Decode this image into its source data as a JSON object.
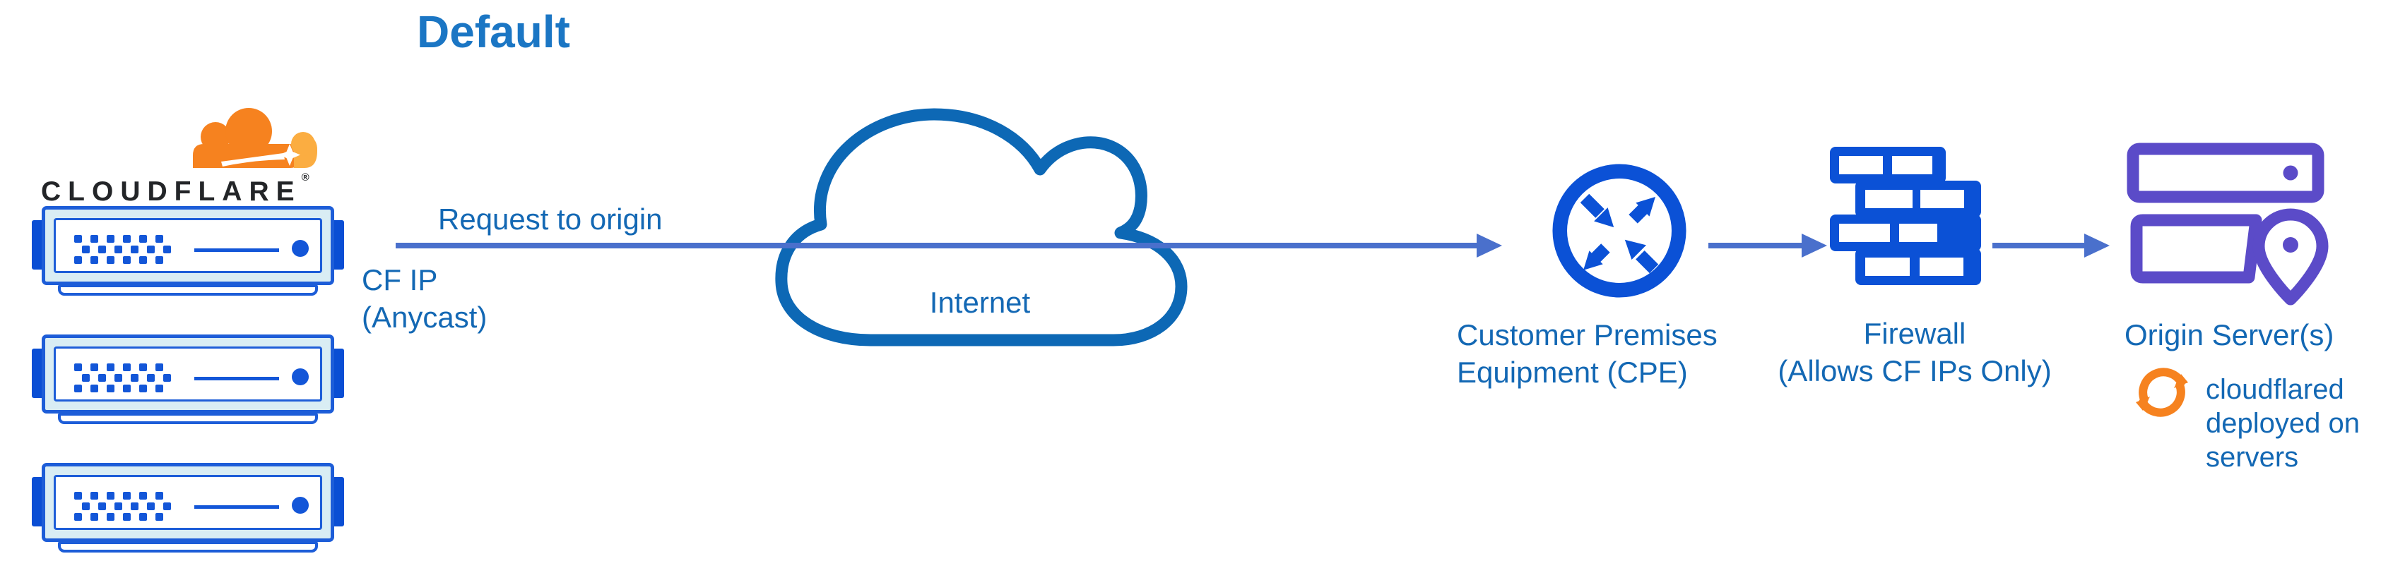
{
  "title": "Default",
  "brand": {
    "wordmark": "CLOUDFLARE",
    "registered_mark": "®",
    "cloud_color": "#f6821f",
    "cloud_color_light": "#fbad41",
    "wordmark_color": "#232528"
  },
  "edge_servers": {
    "count": 3
  },
  "flow": {
    "request_label": "Request to origin",
    "source_label_lines": [
      "CF IP",
      "(Anycast)"
    ],
    "internet_label": "Internet",
    "cpe_label_lines": [
      "Customer Premises",
      "Equipment (CPE)"
    ],
    "firewall_label_lines": [
      "Firewall",
      "(Allows CF IPs Only)"
    ],
    "origin_label": "Origin Server(s)",
    "cloudflared_label_lines": [
      "cloudflared",
      "deployed on",
      "servers"
    ]
  },
  "icons": {
    "cloudflare-cloud-icon": "orange cloud with white flare and sparkle",
    "edge-server-icon": "blue rack server with vent dots and LED",
    "internet-cloud-icon": "blue outlined cloud",
    "cpe-router-icon": "circle with four diagonal arrows",
    "firewall-brick-wall-icon": "blue brick wall",
    "origin-servers-icon": "purple server racks with location pin",
    "cloudflared-sync-icon": "orange circular sync arrows",
    "arrowhead-icon": "solid triangle arrowhead"
  },
  "colors": {
    "title_blue": "#1b76c4",
    "label_blue": "#1368b4",
    "icon_blue": "#0b51d6",
    "cloud_outline_blue": "#0d68b5",
    "arrow_blue": "#4a70cc",
    "origin_purple": "#5b4bc8",
    "sync_orange": "#f6821f",
    "server_fill": "#d9edf4",
    "server_border": "#1d5dd8"
  }
}
